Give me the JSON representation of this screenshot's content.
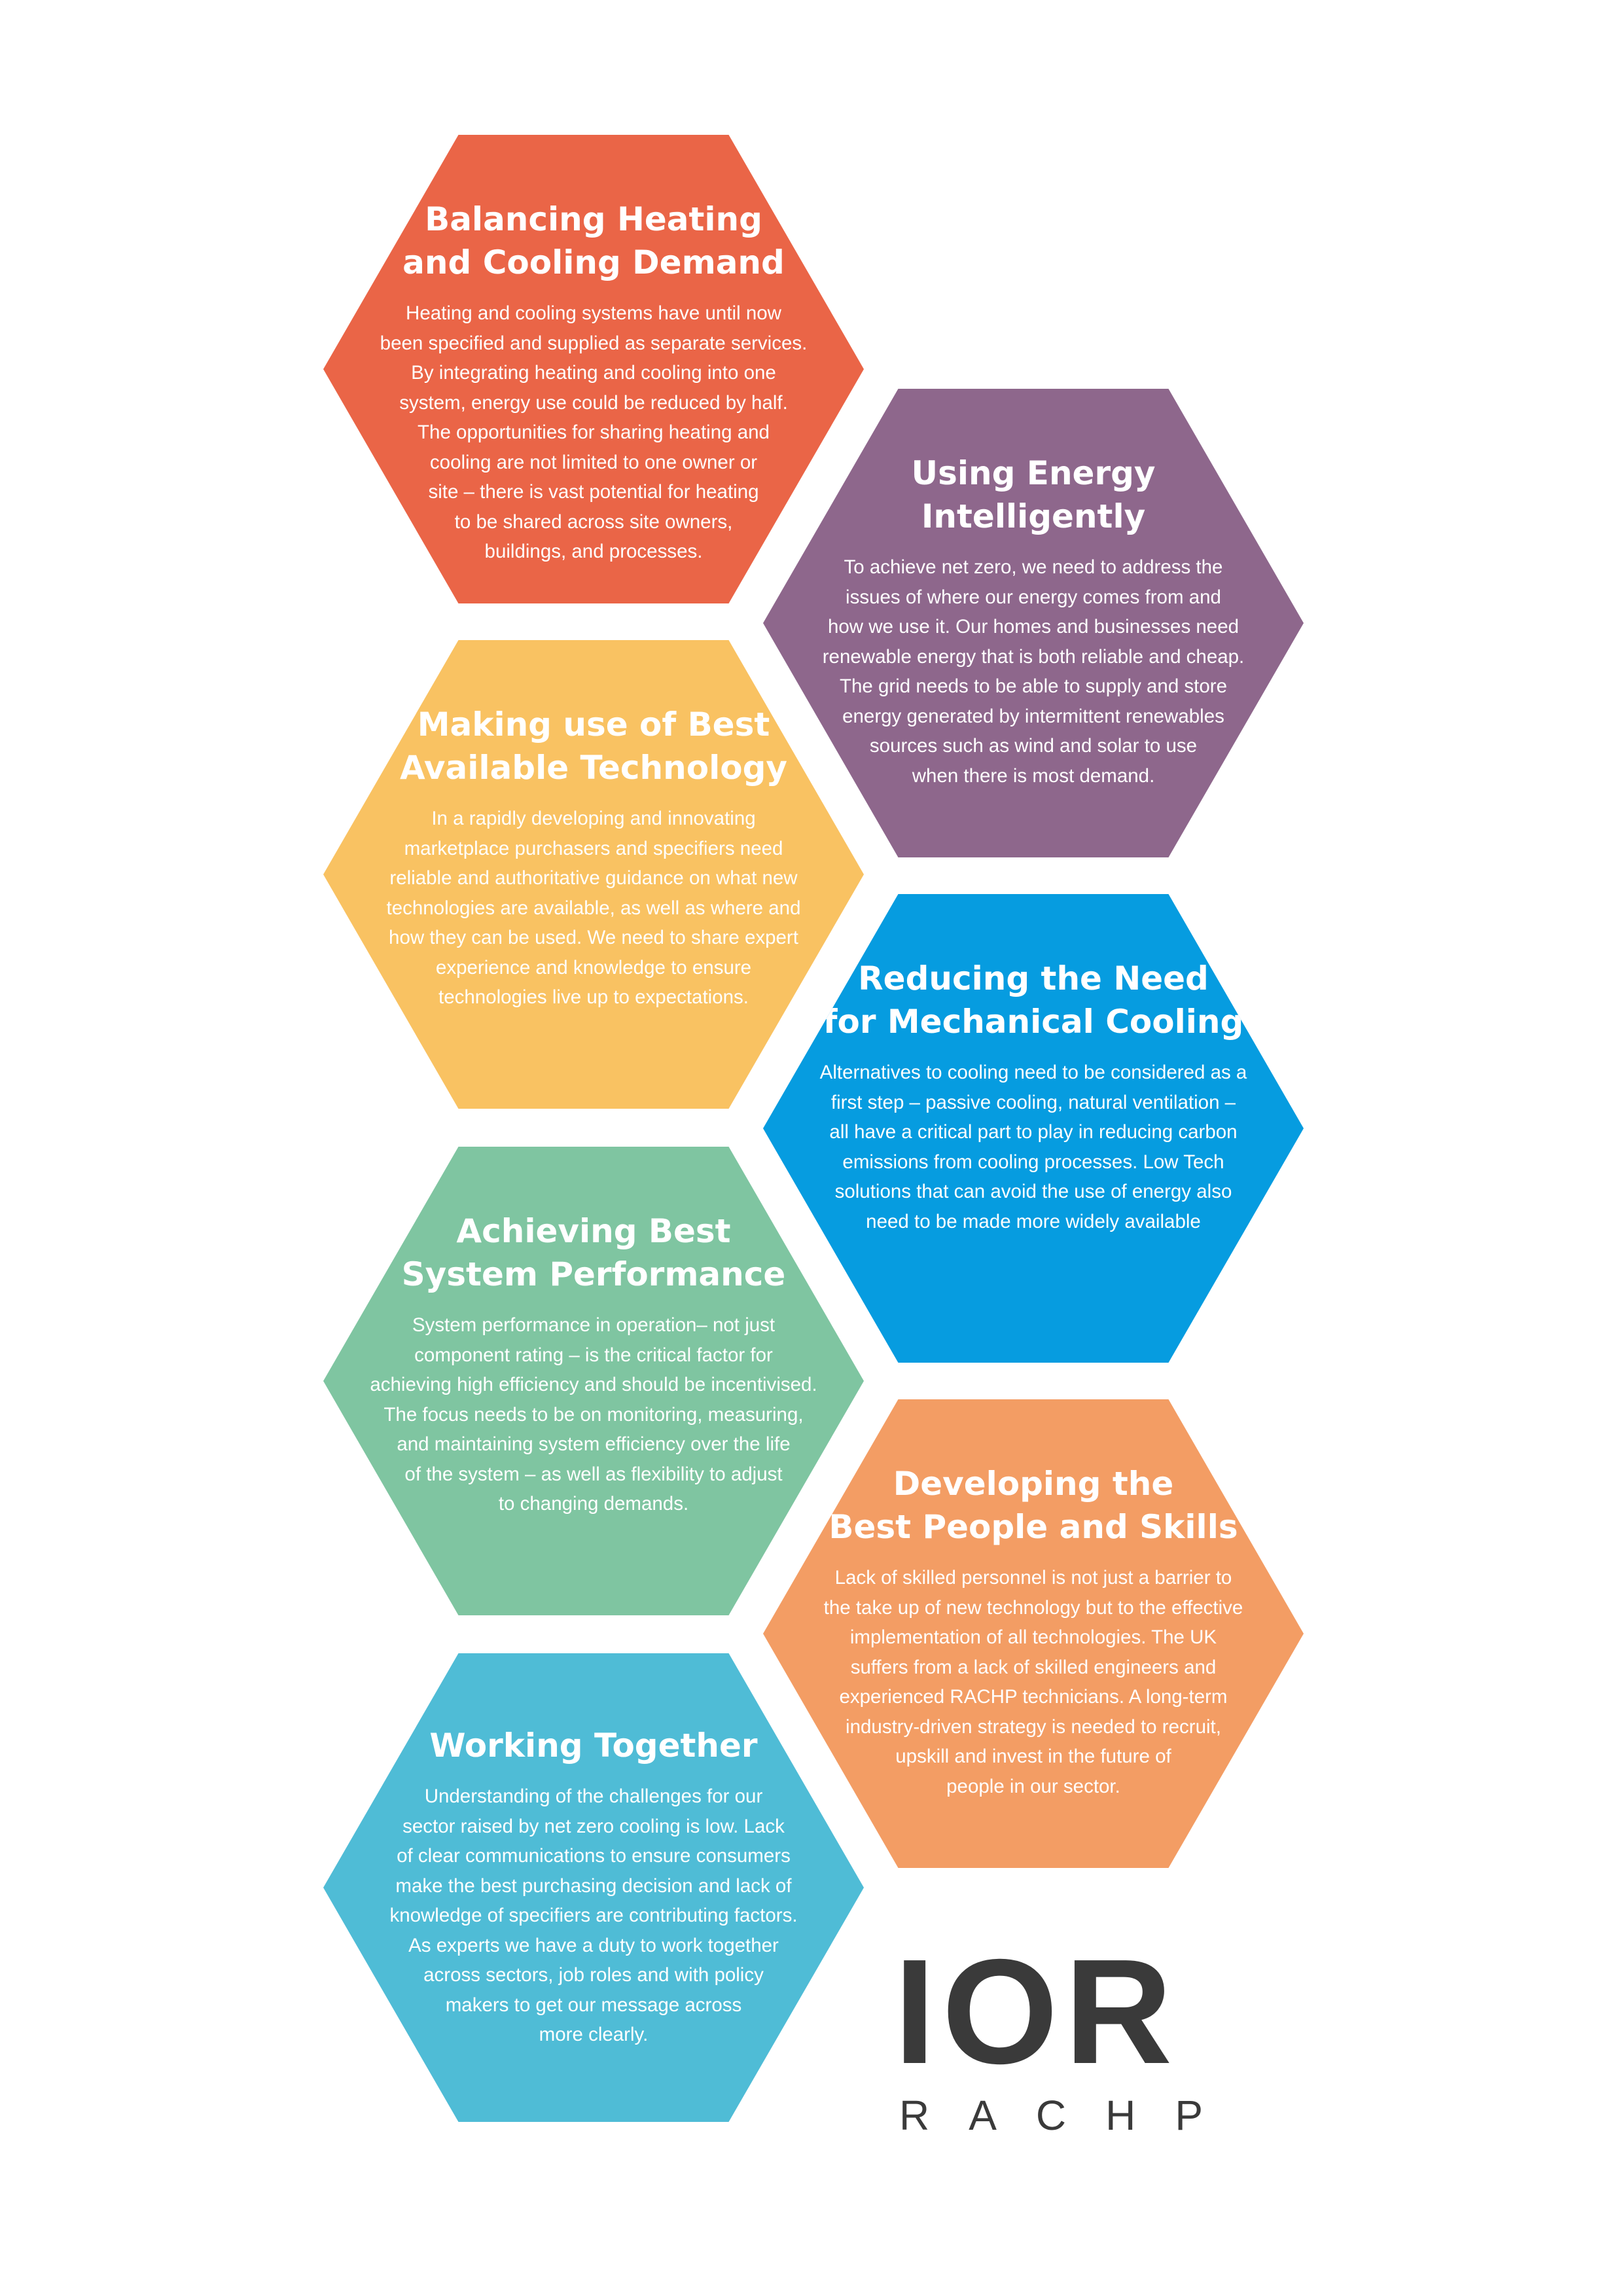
{
  "hexagons": [
    {
      "title": "Balancing Heating\nand Cooling Demand",
      "body": "Heating and cooling systems have until now\nbeen specified and supplied as separate services.\nBy integrating heating and cooling into one\nsystem, energy use could be reduced by half.\nThe opportunities for sharing heating and\ncooling are not limited to one owner or\nsite – there is vast potential for heating\nto be shared across site owners,\nbuildings, and processes.",
      "color": "#ea6547"
    },
    {
      "title": "Using Energy\nIntelligently",
      "body": "To achieve net zero, we need to address the\nissues of where our energy comes from and\nhow we use it.  Our homes and businesses need\nrenewable energy that is both reliable and cheap.\nThe grid needs to be able to supply and store\nenergy generated by intermittent renewables\nsources such as wind and solar to use\nwhen there is most demand.",
      "color": "#8e678c"
    },
    {
      "title": "Making use of Best\nAvailable Technology",
      "body": "In a rapidly developing and innovating\nmarketplace purchasers and specifiers need\nreliable and authoritative guidance on what new\ntechnologies are available, as well as where and\nhow they can be used.  We need to share expert\nexperience and knowledge to ensure\ntechnologies live up to expectations.",
      "color": "#f9c262"
    },
    {
      "title": "Reducing the Need\nfor Mechanical Cooling",
      "body": "Alternatives to cooling need to be considered as a\nfirst step – passive cooling, natural ventilation –\nall have a critical part to play in reducing carbon\nemissions from cooling processes. Low Tech\nsolutions that can avoid the use of energy also\nneed to be made more widely available",
      "color": "#069ce0"
    },
    {
      "title": "Achieving Best\nSystem Performance",
      "body": "System performance in operation– not just\ncomponent rating – is the critical factor for\nachieving high efficiency and should be incentivised.\nThe focus needs to be on monitoring, measuring,\nand maintaining system efficiency over the life\nof the system – as well as flexibility to adjust\nto changing demands.",
      "color": "#7fc5a1"
    },
    {
      "title": "Developing the\nBest People and Skills",
      "body": "Lack of skilled personnel is not just a barrier to\nthe take up of new technology but to the effective\nimplementation of all technologies. The UK\nsuffers from a lack of skilled engineers and\nexperienced RACHP technicians. A long-term\nindustry-driven strategy is needed to recruit,\nupskill and invest in the future of\npeople in our sector.",
      "color": "#f39d64"
    },
    {
      "title": "Working Together",
      "body": "Understanding of the challenges for our\nsector raised by net zero cooling is low. Lack\nof clear communications to ensure consumers\nmake the best purchasing decision and lack of\nknowledge of specifiers are contributing factors.\nAs experts we have a duty to work together\nacross sectors, job roles and with policy\nmakers to get our message across\nmore clearly.",
      "color": "#4fbcd6"
    }
  ],
  "logo": {
    "mark": "IOR",
    "sub": "RACHP"
  }
}
